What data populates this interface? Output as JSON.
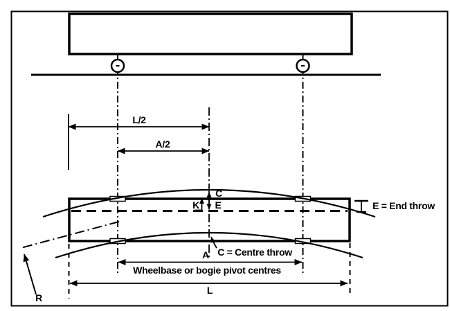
{
  "figure": {
    "description": "Railway vehicle centre throw and end throw geometry diagram",
    "colors": {
      "line": "#000000",
      "background": "#ffffff"
    },
    "labels": {
      "l_half": "L/2",
      "a_half": "A/2",
      "c_symbol": "C",
      "k_symbol": "K",
      "e_symbol": "E",
      "end_throw_legend": "E = End throw",
      "centre_throw_legend": "C = Centre throw",
      "a_symbol": "A",
      "wheelbase_caption": "Wheelbase or bogie pivot centres",
      "l_symbol": "L",
      "radius_symbol": "R"
    }
  }
}
